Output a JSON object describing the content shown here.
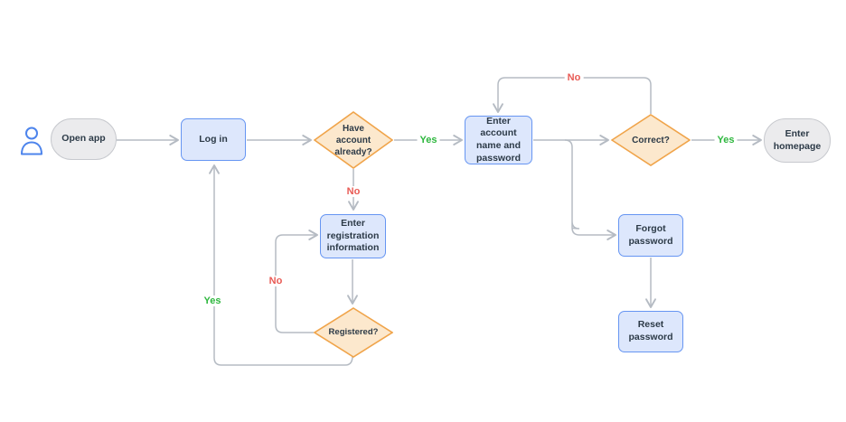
{
  "diagram": {
    "type": "flowchart",
    "subject": "app-login-flow",
    "nodes": {
      "actor": {
        "icon": "person-icon",
        "type": "actor"
      },
      "open_app": {
        "label": "Open app",
        "type": "terminal"
      },
      "log_in": {
        "label": "Log in",
        "type": "process"
      },
      "have_account": {
        "label": "Have account already?",
        "type": "decision"
      },
      "enter_account": {
        "label": "Enter account name and password",
        "type": "process"
      },
      "correct": {
        "label": "Correct?",
        "type": "decision"
      },
      "enter_homepage": {
        "label": "Enter homepage",
        "type": "terminal"
      },
      "enter_registration": {
        "label": "Enter registration information",
        "type": "process"
      },
      "registered": {
        "label": "Registered?",
        "type": "decision"
      },
      "forgot_password": {
        "label": "Forgot password",
        "type": "process"
      },
      "reset_password": {
        "label": "Reset password",
        "type": "process"
      }
    },
    "edges": [
      {
        "from": "open_app",
        "to": "log_in",
        "label": ""
      },
      {
        "from": "log_in",
        "to": "have_account",
        "label": ""
      },
      {
        "from": "have_account",
        "to": "enter_account",
        "label": "Yes"
      },
      {
        "from": "have_account",
        "to": "enter_registration",
        "label": "No"
      },
      {
        "from": "enter_account",
        "to": "correct",
        "label": ""
      },
      {
        "from": "correct",
        "to": "enter_homepage",
        "label": "Yes"
      },
      {
        "from": "correct",
        "to": "enter_account",
        "label": "No"
      },
      {
        "from": "enter_account",
        "to": "forgot_password",
        "label": ""
      },
      {
        "from": "forgot_password",
        "to": "reset_password",
        "label": ""
      },
      {
        "from": "enter_registration",
        "to": "registered",
        "label": ""
      },
      {
        "from": "registered",
        "to": "enter_registration",
        "label": "No"
      },
      {
        "from": "registered",
        "to": "log_in",
        "label": "Yes"
      }
    ],
    "colors": {
      "process_fill": "#dde7fc",
      "process_border": "#6695f2",
      "decision_fill": "#fce8cd",
      "decision_border": "#f0a44a",
      "terminal_fill": "#ebebed",
      "terminal_border": "#c7c9ce",
      "line": "#b5bbc3",
      "yes": "#2eb73e",
      "no": "#e85a54",
      "text": "#2c3a47",
      "actor": "#4d84ec"
    }
  }
}
